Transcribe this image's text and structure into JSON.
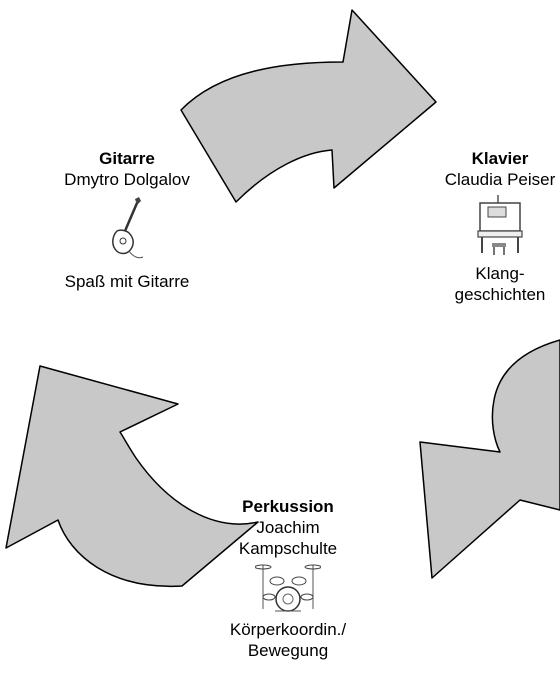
{
  "colors": {
    "arrow_fill": "#c8c8c8",
    "arrow_stroke": "#000000",
    "text": "#000000"
  },
  "nodes": [
    {
      "key": "gitarre",
      "title": "Gitarre",
      "teacher": "Dmytro Dolgalov",
      "icon": "guitar-icon",
      "caption": [
        "Spaß mit Gitarre"
      ]
    },
    {
      "key": "klavier",
      "title": "Klavier",
      "teacher": "Claudia Peiser",
      "icon": "piano-icon",
      "caption": [
        "Klang-",
        "geschichten"
      ]
    },
    {
      "key": "perkussion",
      "title": "Perkussion",
      "teacher": [
        "Joachim",
        "Kampschulte"
      ],
      "icon": "drum-kit-icon",
      "caption": [
        "Körperkoordin./",
        "Bewegung"
      ]
    }
  ],
  "arrows": [
    "arrow-top",
    "arrow-right",
    "arrow-left"
  ]
}
